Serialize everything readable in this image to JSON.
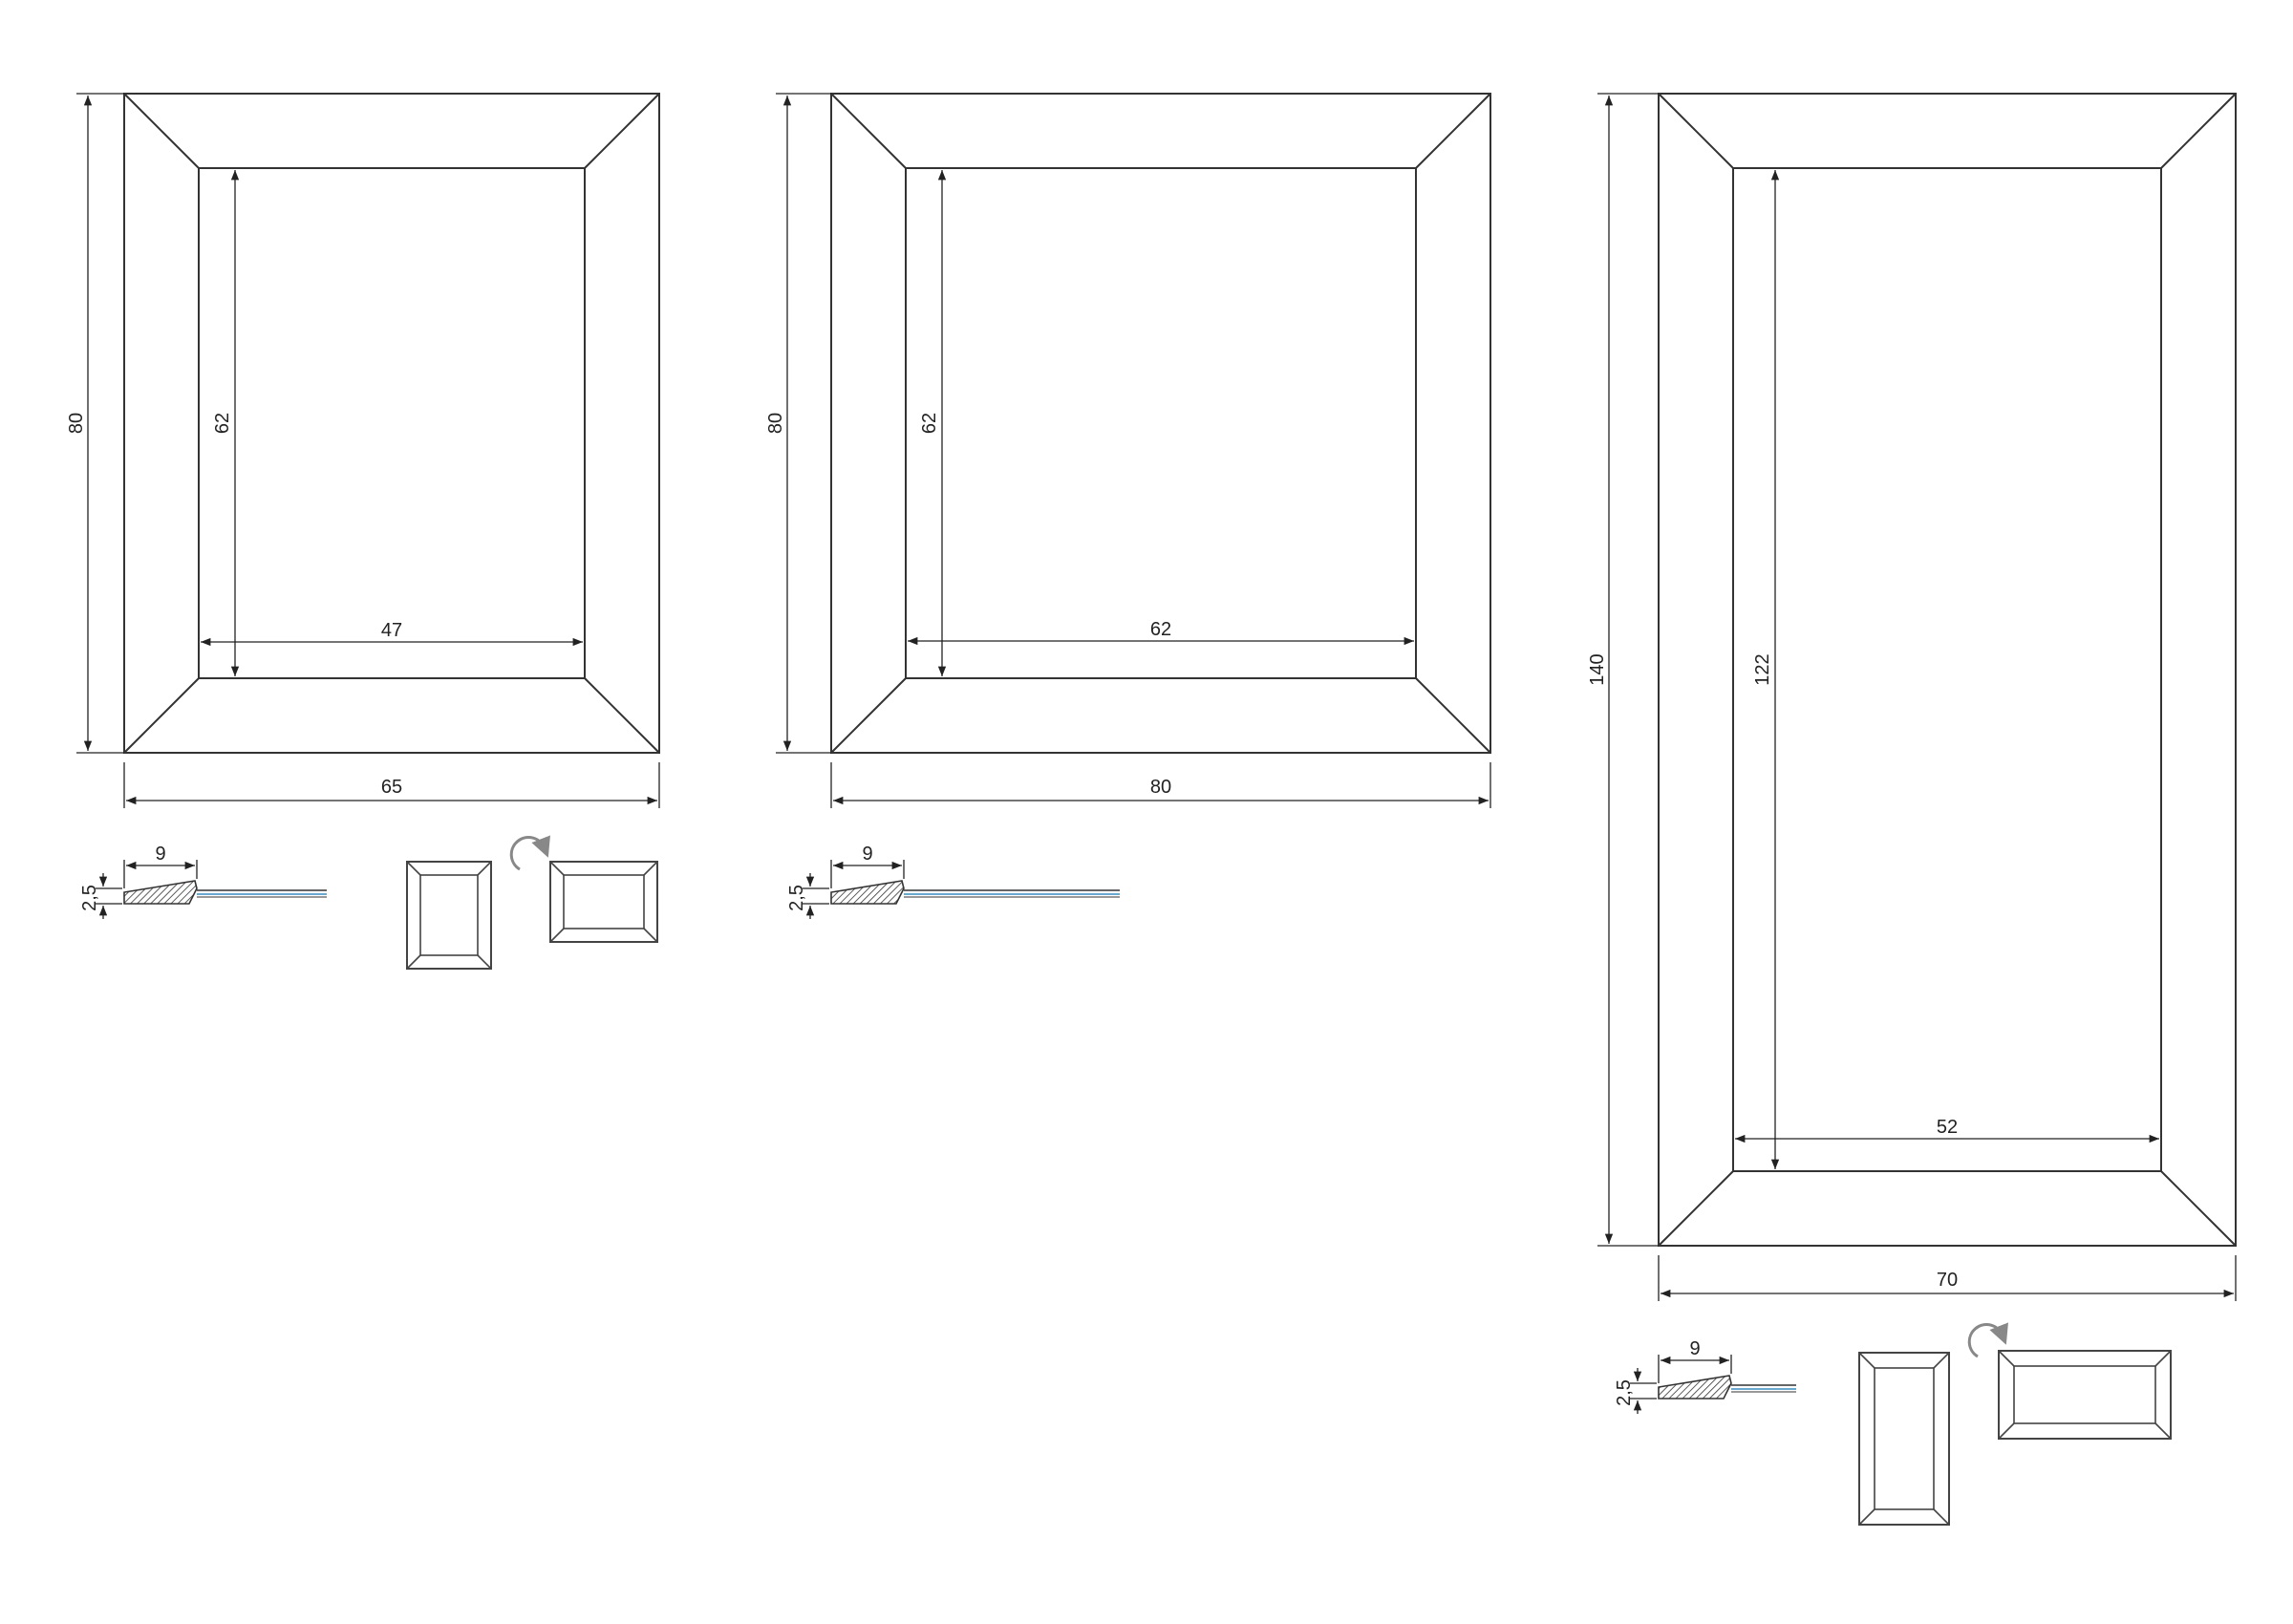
{
  "mirrors": [
    {
      "outer_width": "65",
      "outer_height": "80",
      "glass_width": "47",
      "glass_height": "62",
      "profile_width": "9",
      "profile_thickness": "2,5",
      "orientation_icons": true,
      "glass_style": "light"
    },
    {
      "outer_width": "80",
      "outer_height": "80",
      "glass_width": "62",
      "glass_height": "62",
      "profile_width": "9",
      "profile_thickness": "2,5",
      "orientation_icons": false,
      "glass_style": "light"
    },
    {
      "outer_width": "70",
      "outer_height": "140",
      "glass_width": "52",
      "glass_height": "122",
      "profile_width": "9",
      "profile_thickness": "2,5",
      "orientation_icons": true,
      "glass_style": "vertical"
    }
  ],
  "colors": {
    "glass_blue": "#a9d8f2",
    "glass_mid": "#e6ecee",
    "frame_fill": "#e9e9e9",
    "frame_pattern": "#9a9a9a",
    "line": "#222222",
    "rotate_arrow": "#888888"
  }
}
